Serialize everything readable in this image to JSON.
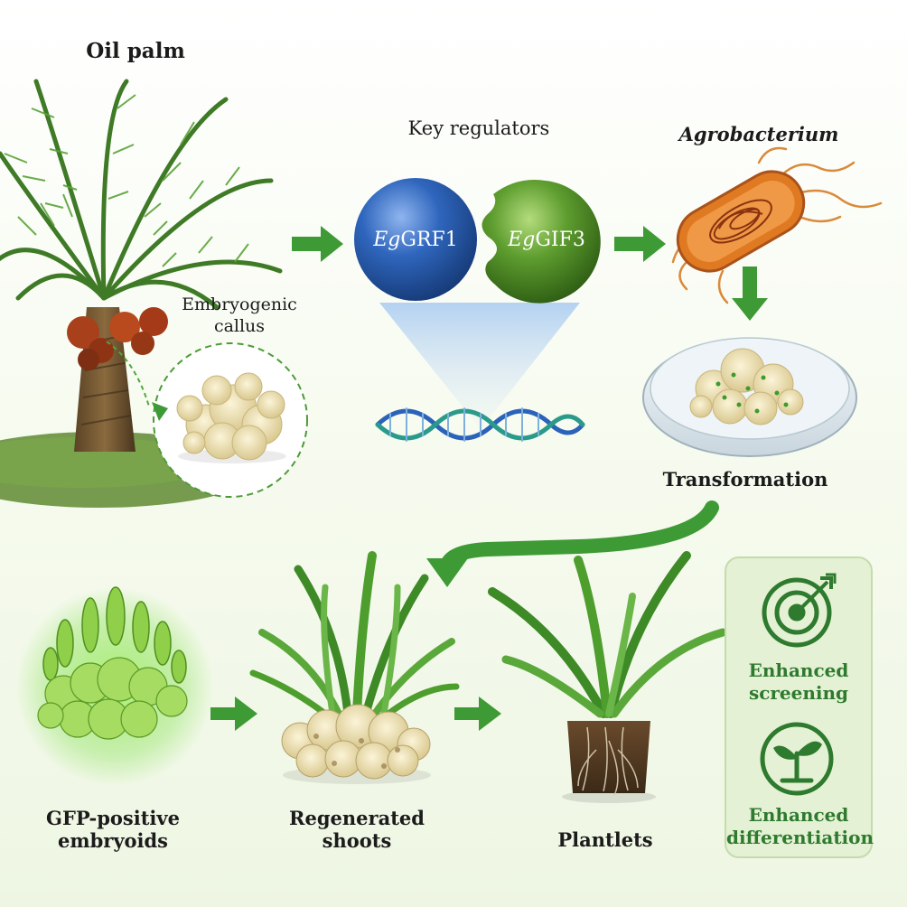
{
  "labels": {
    "oil_palm": "Oil palm",
    "embryogenic_callus_line1": "Embryogenic",
    "embryogenic_callus_line2": "callus",
    "key_regulators": "Key regulators",
    "agrobacterium": "Agrobacterium",
    "transformation": "Transformation",
    "gfp_line1": "GFP-positive",
    "gfp_line2": "embryoids",
    "shoots_line1": "Regenerated",
    "shoots_line2": "shoots",
    "plantlets": "Plantlets"
  },
  "genes": {
    "grf1_prefix": "Eg",
    "grf1_name": "GRF1",
    "gif3_prefix": "Eg",
    "gif3_name": "GIF3"
  },
  "outcomes": {
    "screening_line1": "Enhanced",
    "screening_line2": "screening",
    "differentiation_line1": "Enhanced",
    "differentiation_line2": "differentiation"
  },
  "icons": [
    "target-icon",
    "seedling-icon"
  ],
  "colors": {
    "arrow_green": "#3e9a35",
    "grf1_blue": "#2e62b8",
    "gif3_green": "#5c9b2e",
    "bacterium_orange": "#e07a22",
    "callus_cream": "#efe2b4",
    "gfp_glow": "#7fe04a",
    "panel_text": "#2e7a2e"
  }
}
